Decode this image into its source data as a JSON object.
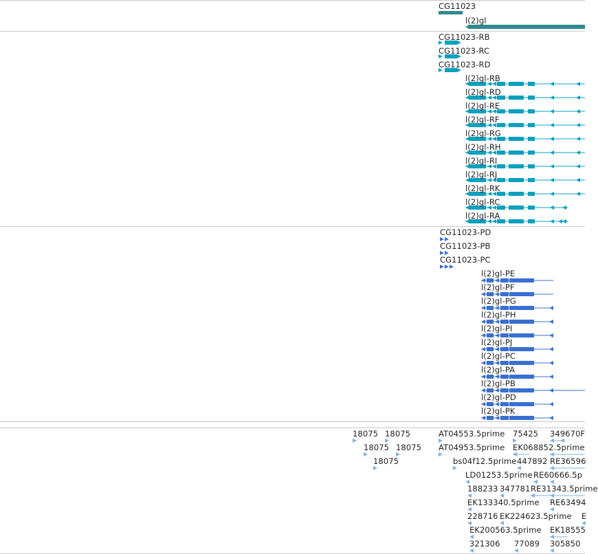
{
  "colors": {
    "gene": "#2e8a8c",
    "transcript": "#0aa0be",
    "protein": "#3a6fd0",
    "est": "#7db2e0",
    "separator": "#c8c8c8"
  },
  "tracks": {
    "genes": [
      "CG11023",
      "l(2)gl"
    ],
    "transcripts": [
      "CG11023-RB",
      "CG11023-RC",
      "CG11023-RD",
      "l(2)gl-RB",
      "l(2)gl-RD",
      "l(2)gl-RE",
      "l(2)gl-RF",
      "l(2)gl-RG",
      "l(2)gl-RH",
      "l(2)gl-RI",
      "l(2)gl-RJ",
      "l(2)gl-RK",
      "l(2)gl-RC",
      "l(2)gl-RA"
    ],
    "proteins": [
      "CG11023-PD",
      "CG11023-PB",
      "CG11023-PC",
      "l(2)gl-PE",
      "l(2)gl-PF",
      "l(2)gl-PG",
      "l(2)gl-PH",
      "l(2)gl-PI",
      "l(2)gl-PJ",
      "l(2)gl-PC",
      "l(2)gl-PA",
      "l(2)gl-PB",
      "l(2)gl-PD",
      "l(2)gl-PK"
    ],
    "ests": [
      "18075",
      "18075",
      "AT04553.5prime",
      "75425",
      "349670F",
      "18075",
      "18075",
      "AT04953.5prime",
      "EK068852.5prime",
      "18075",
      "bs04f12.5prime",
      "447892",
      "RE36596",
      "LD01253.5prime",
      "RE60666.5p",
      "188233",
      "347781",
      "RE31343.5prime",
      "EK133340.5prime",
      "RE63494",
      "228716",
      "EK224623.5prime",
      "E",
      "EK200563.5prime",
      "EK18555",
      "321306",
      "77089",
      "305850"
    ]
  }
}
